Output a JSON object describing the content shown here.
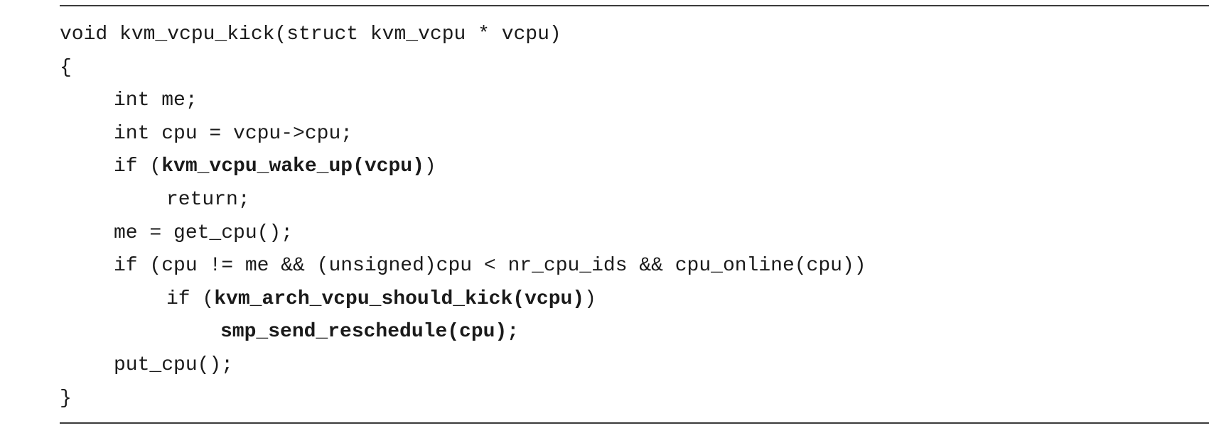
{
  "listing": {
    "lines": [
      {
        "indent": 0,
        "parts": [
          {
            "text": "void kvm_vcpu_kick(struct kvm_vcpu * vcpu)",
            "bold": false
          }
        ]
      },
      {
        "indent": 0,
        "parts": [
          {
            "text": "{",
            "bold": false
          }
        ]
      },
      {
        "indent": 1,
        "parts": [
          {
            "text": "int me;",
            "bold": false
          }
        ]
      },
      {
        "indent": 1,
        "parts": [
          {
            "text": "int cpu = vcpu->cpu;",
            "bold": false
          }
        ]
      },
      {
        "indent": 1,
        "parts": [
          {
            "text": "if (",
            "bold": false
          },
          {
            "text": "kvm_vcpu_wake_up(vcpu)",
            "bold": true
          },
          {
            "text": ")",
            "bold": false
          }
        ]
      },
      {
        "indent": 2,
        "parts": [
          {
            "text": "return;",
            "bold": false
          }
        ]
      },
      {
        "indent": 1,
        "parts": [
          {
            "text": "me = get_cpu();",
            "bold": false
          }
        ]
      },
      {
        "indent": 1,
        "parts": [
          {
            "text": "if (cpu != me && (unsigned)cpu < nr_cpu_ids && cpu_online(cpu))",
            "bold": false
          }
        ]
      },
      {
        "indent": 2,
        "parts": [
          {
            "text": "if (",
            "bold": false
          },
          {
            "text": "kvm_arch_vcpu_should_kick(vcpu)",
            "bold": true
          },
          {
            "text": ")",
            "bold": false
          }
        ]
      },
      {
        "indent": 3,
        "parts": [
          {
            "text": "smp_send_reschedule(cpu);",
            "bold": true
          }
        ]
      },
      {
        "indent": 1,
        "parts": [
          {
            "text": "put_cpu();",
            "bold": false
          }
        ]
      },
      {
        "indent": 0,
        "parts": [
          {
            "text": "}",
            "bold": false
          }
        ]
      }
    ]
  }
}
